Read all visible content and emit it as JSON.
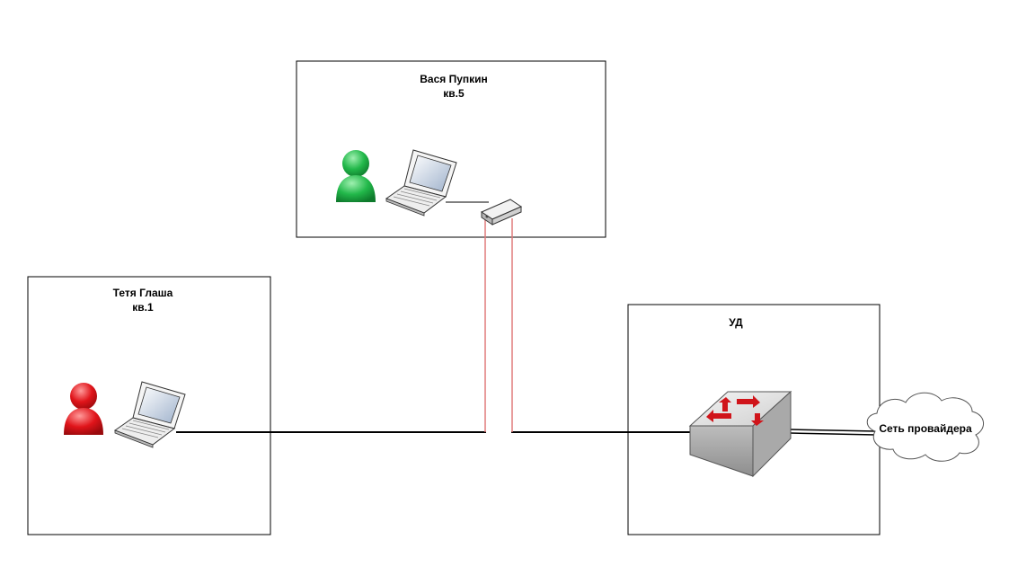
{
  "rooms": {
    "vasya": {
      "name": "Вася Пупкин",
      "apartment": "кв.5",
      "person_color": "#1fae43",
      "icon_names": [
        "person-icon",
        "laptop-icon",
        "router-icon"
      ]
    },
    "glasha": {
      "name": "Тетя Глаша",
      "apartment": "кв.1",
      "person_color": "#e0141a",
      "icon_names": [
        "person-icon",
        "laptop-icon"
      ]
    },
    "ud": {
      "name": "УД",
      "icon_names": [
        "network-switch-icon"
      ]
    }
  },
  "cloud": {
    "label": "Сеть провайдера",
    "icon_name": "cloud-icon"
  },
  "links": [
    {
      "from": "glasha.laptop",
      "to": "ud.switch",
      "color": "#000000"
    },
    {
      "from": "vasya.laptop",
      "to": "vasya.router",
      "color": "#000000"
    },
    {
      "from": "vasya.router",
      "to": "main-line",
      "color": "#e07b7b"
    },
    {
      "from": "ud.switch",
      "to": "cloud",
      "color": "#000000"
    }
  ],
  "colors": {
    "switch_arrow": "#d0141a",
    "tap_line": "#e07b7b"
  }
}
